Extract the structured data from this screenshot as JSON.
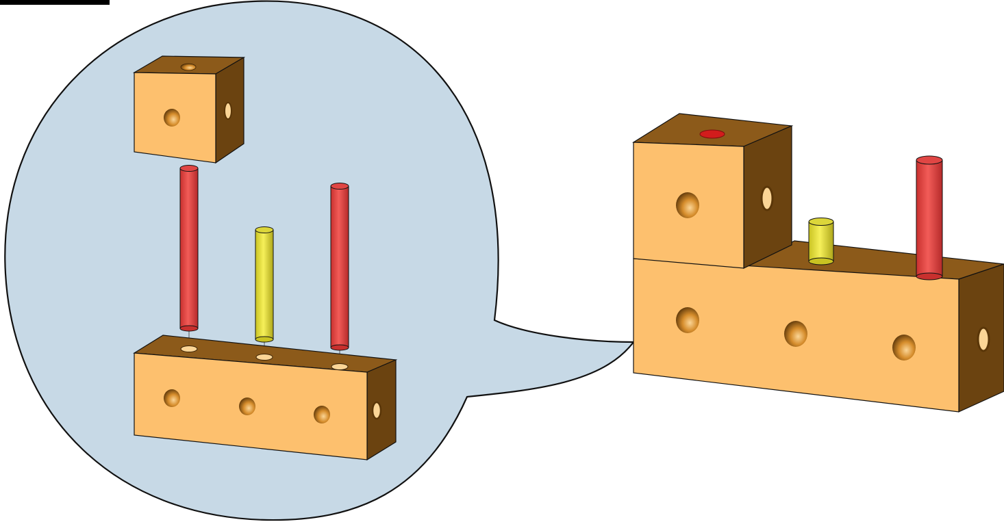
{
  "colors": {
    "background": "#ffffff",
    "callout_fill": "#c7d9e6",
    "callout_stroke": "#111111",
    "block_front": "#fdc06e",
    "block_top": "#8c5a1a",
    "block_side": "#6b4310",
    "hole_dark": "#5a3608",
    "hole_light": "#fbd596",
    "pin_red": "#ef4a48",
    "pin_red_dark": "#b52a2a",
    "pin_yellow": "#f0ea3c",
    "pin_yellow_dark": "#b0aa18",
    "corner_bar": "#000000"
  },
  "diagram": {
    "exploded_view": {
      "parts": [
        "cube-block",
        "long-block",
        "red-pin",
        "yellow-pin",
        "red-pin"
      ]
    },
    "assembled_view": {
      "parts": [
        "cube-block",
        "long-block",
        "yellow-pin",
        "red-pin"
      ]
    }
  }
}
